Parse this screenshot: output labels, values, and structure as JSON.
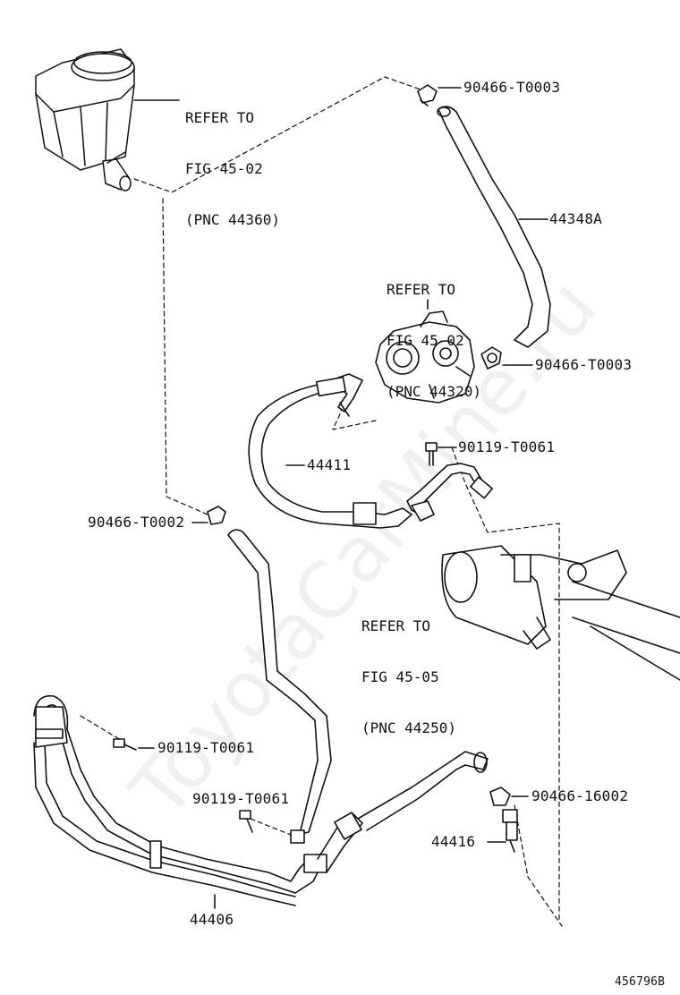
{
  "labels": {
    "p_90466_t0003_top": "90466-T0003",
    "p_44348a": "44348A",
    "p_90466_t0003_mid": "90466-T0003",
    "p_90119_t0061_a": "90119-T0061",
    "p_44411": "44411",
    "p_90466_t0002": "90466-T0002",
    "p_90119_t0061_b": "90119-T0061",
    "p_90119_t0061_c": "90119-T0061",
    "p_90466_16002": "90466-16002",
    "p_44416": "44416",
    "p_44406": "44406"
  },
  "refs": {
    "tank": {
      "line1": "REFER TO",
      "line2": "FIG 45-02",
      "line3": "(PNC 44360)"
    },
    "pump": {
      "line1": "REFER TO",
      "line2": "FIG 45-02",
      "line3": "(PNC 44320)"
    },
    "gear": {
      "line1": "REFER TO",
      "line2": "FIG 45-05",
      "line3": "(PNC 44250)"
    }
  },
  "watermark": "ToyotaCarMine.ru",
  "figure_id": "456796B"
}
